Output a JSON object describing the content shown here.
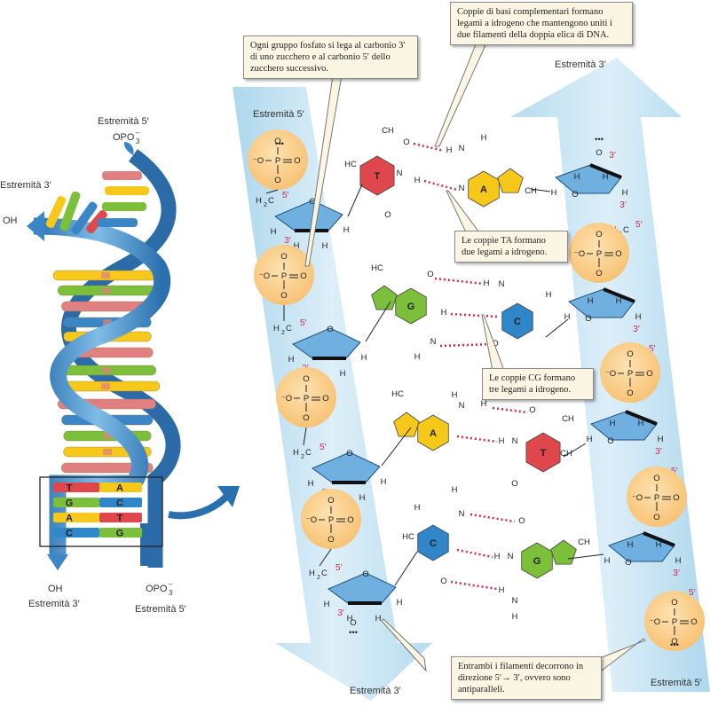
{
  "labels": {
    "left_top_5": "Estremità 5′",
    "left_top_3": "Estremità 3′",
    "left_bottom_3": "Estremità 3′",
    "left_bottom_5": "Estremità 5′",
    "oh_left": "OH",
    "oh_bottom": "OH",
    "opo3_top": "OPO",
    "opo3_bottom": "OPO",
    "opo3_sub": "3",
    "opo3_sup": "–",
    "strand_left_top": "Estremità 5′",
    "strand_right_top": "Estremità 3′",
    "strand_left_bottom": "Estremità 3′",
    "strand_right_bottom": "Estremità 5′"
  },
  "helix_pairs": [
    {
      "left": "T",
      "right": "A"
    },
    {
      "left": "G",
      "right": "C"
    },
    {
      "left": "A",
      "right": "T"
    },
    {
      "left": "C",
      "right": "G"
    }
  ],
  "bases": {
    "T": "T",
    "A": "A",
    "G": "G",
    "C": "C"
  },
  "atoms": {
    "P": "P",
    "O": "O",
    "H": "H",
    "N": "N",
    "C": "C",
    "CH": "CH",
    "HC": "HC",
    "CH3": "CH",
    "H2C": "H",
    "five": "5′",
    "three": "3′",
    "dots": "•••"
  },
  "callouts": {
    "phosphate": "Ogni gruppo fosfato si lega al carbonio 3′ di uno zucchero e al carbonio 5′ dello zucchero successivo.",
    "complementary": "Coppie di basi complementari formano legami a idrogeno che mantengono uniti i due filamenti della doppia elica di DNA.",
    "ta_pairs": "Le coppie TA formano due legami a idrogeno.",
    "cg_pairs": "Le coppie CG formano tre legami a idrogeno.",
    "antiparallel": "Entrambi i filamenti decorrono in direzione 5′→ 3′, ovvero sono antiparalleli."
  },
  "colors": {
    "strand_band": "#cfe7f4",
    "phosphate": "#f9c97f",
    "sugar": "#6fb0e0",
    "thymine": "#e0474c",
    "adenine": "#f6c81a",
    "guanine": "#7bbf3a",
    "cytosine": "#2f86c8",
    "hbond": "#d0294b",
    "helix_blue": "#3a86c6",
    "callout_bg": "#fbf5e4"
  }
}
